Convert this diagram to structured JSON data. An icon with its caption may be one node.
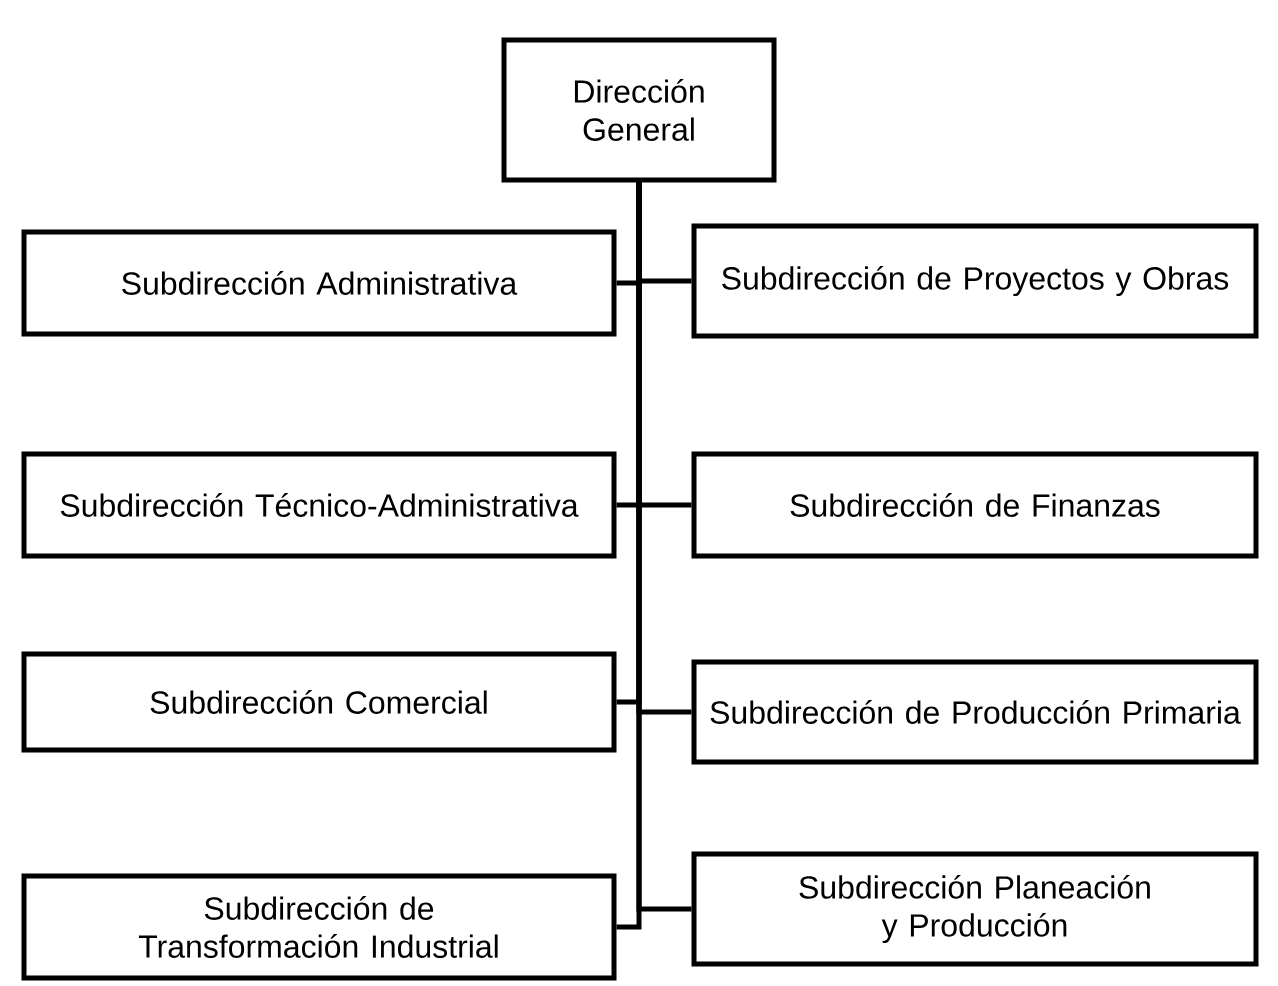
{
  "diagram": {
    "nodes": [
      {
        "text": [
          "Dirección General"
        ]
      },
      {
        "text": [
          "Subdirección Administrativa"
        ]
      },
      {
        "text": [
          "Subdirección de Proyectos y Obras"
        ]
      },
      {
        "text": [
          "Subdirección Técnico-Administrativa"
        ]
      },
      {
        "text": [
          "Subdirección de Finanzas"
        ]
      },
      {
        "text": [
          "Subdirección Comercial"
        ]
      },
      {
        "text": [
          "Subdirección de Producción Primaria"
        ]
      },
      {
        "text": [
          "Subdirección de Transformación Industrial"
        ]
      },
      {
        "text": [
          "Subdirección Planeación y Producción"
        ]
      }
    ],
    "edges": [
      {
        "from": 0,
        "to": 1,
        "arrow": "none"
      },
      {
        "from": 0,
        "to": 2,
        "arrow": "none"
      },
      {
        "from": 0,
        "to": 3,
        "arrow": "none"
      },
      {
        "from": 0,
        "to": 4,
        "arrow": "none"
      },
      {
        "from": 0,
        "to": 5,
        "arrow": "none"
      },
      {
        "from": 0,
        "to": 6,
        "arrow": "none"
      },
      {
        "from": 0,
        "to": 7,
        "arrow": "none"
      },
      {
        "from": 0,
        "to": 8,
        "arrow": "none"
      }
    ]
  }
}
